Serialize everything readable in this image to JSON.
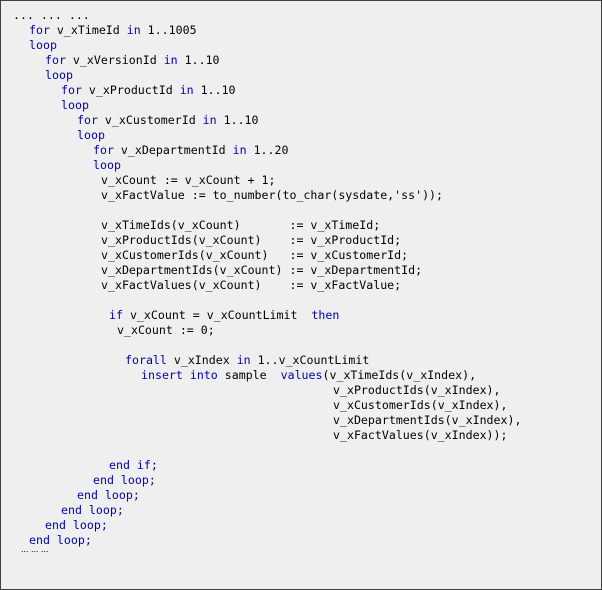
{
  "code": {
    "lines": [
      {
        "indent": 0,
        "parts": [
          {
            "t": "... ... ...",
            "kw": false
          }
        ]
      },
      {
        "indent": 2,
        "parts": [
          {
            "t": "for",
            "kw": true
          },
          {
            "t": " v_xTimeId ",
            "kw": false
          },
          {
            "t": "in",
            "kw": true
          },
          {
            "t": " 1..1005",
            "kw": false
          }
        ]
      },
      {
        "indent": 2,
        "parts": [
          {
            "t": "loop",
            "kw": true
          }
        ]
      },
      {
        "indent": 4,
        "parts": [
          {
            "t": "for",
            "kw": true
          },
          {
            "t": " v_xVersionId ",
            "kw": false
          },
          {
            "t": "in",
            "kw": true
          },
          {
            "t": " 1..10",
            "kw": false
          }
        ]
      },
      {
        "indent": 4,
        "parts": [
          {
            "t": "loop",
            "kw": true
          }
        ]
      },
      {
        "indent": 6,
        "parts": [
          {
            "t": "for",
            "kw": true
          },
          {
            "t": " v_xProductId ",
            "kw": false
          },
          {
            "t": "in",
            "kw": true
          },
          {
            "t": " 1..10",
            "kw": false
          }
        ]
      },
      {
        "indent": 6,
        "parts": [
          {
            "t": "loop",
            "kw": true
          }
        ]
      },
      {
        "indent": 8,
        "parts": [
          {
            "t": "for",
            "kw": true
          },
          {
            "t": " v_xCustomerId ",
            "kw": false
          },
          {
            "t": "in",
            "kw": true
          },
          {
            "t": " 1..10",
            "kw": false
          }
        ]
      },
      {
        "indent": 8,
        "parts": [
          {
            "t": "loop",
            "kw": true
          }
        ]
      },
      {
        "indent": 10,
        "parts": [
          {
            "t": "for",
            "kw": true
          },
          {
            "t": " v_xDepartmentId ",
            "kw": false
          },
          {
            "t": "in",
            "kw": true
          },
          {
            "t": " 1..20",
            "kw": false
          }
        ]
      },
      {
        "indent": 10,
        "parts": [
          {
            "t": "loop",
            "kw": true
          }
        ]
      },
      {
        "indent": 11,
        "parts": [
          {
            "t": "v_xCount := v_xCount + 1;",
            "kw": false
          }
        ]
      },
      {
        "indent": 11,
        "parts": [
          {
            "t": "v_xFactValue := to_number(to_char(sysdate,'ss'));",
            "kw": false
          }
        ]
      },
      {
        "indent": 0,
        "parts": []
      },
      {
        "indent": 11,
        "parts": [
          {
            "t": "v_xTimeIds(v_xCount)       := v_xTimeId;",
            "kw": false
          }
        ]
      },
      {
        "indent": 11,
        "parts": [
          {
            "t": "v_xProductIds(v_xCount)    := v_xProductId;",
            "kw": false
          }
        ]
      },
      {
        "indent": 11,
        "parts": [
          {
            "t": "v_xCustomerIds(v_xCount)   := v_xCustomerId;",
            "kw": false
          }
        ]
      },
      {
        "indent": 11,
        "parts": [
          {
            "t": "v_xDepartmentIds(v_xCount) := v_xDepartmentId;",
            "kw": false
          }
        ]
      },
      {
        "indent": 11,
        "parts": [
          {
            "t": "v_xFactValues(v_xCount)    := v_xFactValue;",
            "kw": false
          }
        ]
      },
      {
        "indent": 0,
        "parts": []
      },
      {
        "indent": 12,
        "parts": [
          {
            "t": "if",
            "kw": true
          },
          {
            "t": " v_xCount = v_xCountLimit  ",
            "kw": false
          },
          {
            "t": "then",
            "kw": true
          }
        ]
      },
      {
        "indent": 13,
        "parts": [
          {
            "t": "v_xCount := 0;",
            "kw": false
          }
        ]
      },
      {
        "indent": 0,
        "parts": []
      },
      {
        "indent": 14,
        "parts": [
          {
            "t": "forall",
            "kw": true
          },
          {
            "t": " v_xIndex ",
            "kw": false
          },
          {
            "t": "in",
            "kw": true
          },
          {
            "t": " 1..v_xCountLimit",
            "kw": false
          }
        ]
      },
      {
        "indent": 16,
        "parts": [
          {
            "t": "insert into",
            "kw": true
          },
          {
            "t": " sample  ",
            "kw": false
          },
          {
            "t": "values",
            "kw": true
          },
          {
            "t": "(v_xTimeIds(v_xIndex),",
            "kw": false
          }
        ]
      },
      {
        "indent": 40,
        "parts": [
          {
            "t": "v_xProductIds(v_xIndex),",
            "kw": false
          }
        ]
      },
      {
        "indent": 40,
        "parts": [
          {
            "t": "v_xCustomerIds(v_xIndex),",
            "kw": false
          }
        ]
      },
      {
        "indent": 40,
        "parts": [
          {
            "t": "v_xDepartmentIds(v_xIndex),",
            "kw": false
          }
        ]
      },
      {
        "indent": 40,
        "parts": [
          {
            "t": "v_xFactValues(v_xIndex));",
            "kw": false
          }
        ]
      },
      {
        "indent": 0,
        "parts": []
      },
      {
        "indent": 12,
        "parts": [
          {
            "t": "end if;",
            "kw": true
          }
        ]
      },
      {
        "indent": 10,
        "parts": [
          {
            "t": "end loop;",
            "kw": true
          }
        ]
      },
      {
        "indent": 8,
        "parts": [
          {
            "t": "end loop;",
            "kw": true
          }
        ]
      },
      {
        "indent": 6,
        "parts": [
          {
            "t": "end loop;",
            "kw": true
          }
        ]
      },
      {
        "indent": 4,
        "parts": [
          {
            "t": "end loop;",
            "kw": true
          }
        ]
      },
      {
        "indent": 2,
        "parts": [
          {
            "t": "end loop;",
            "kw": true
          }
        ]
      }
    ],
    "trailing_ellipsis": "... ... ..."
  },
  "colors": {
    "keyword": "#0000b0",
    "text": "#000000",
    "background": "#efefef",
    "border": "#404040"
  }
}
